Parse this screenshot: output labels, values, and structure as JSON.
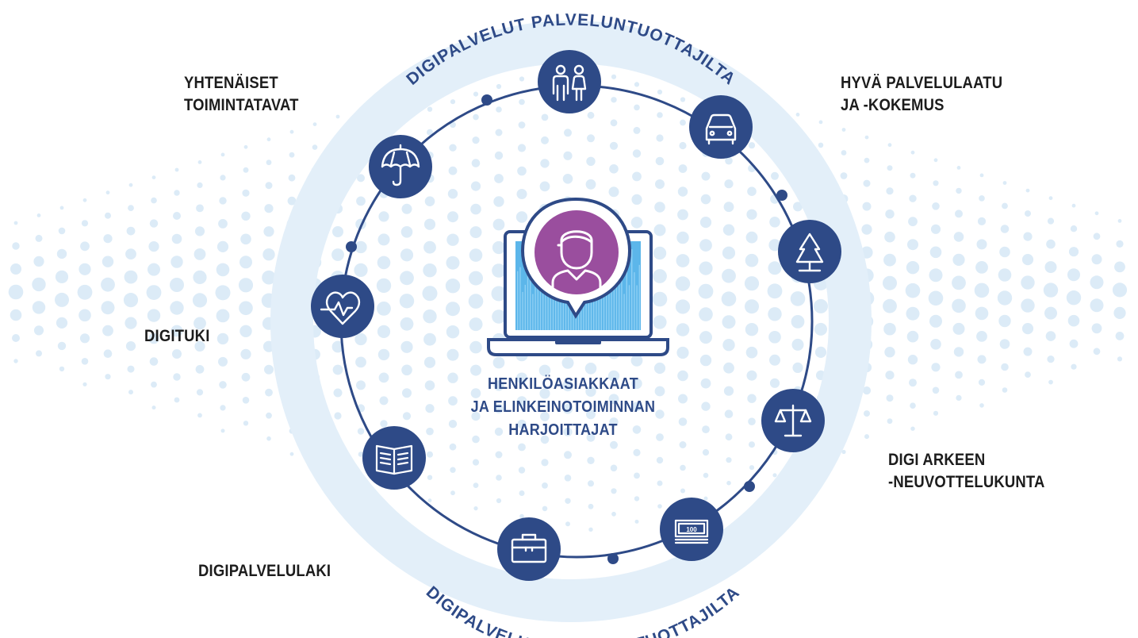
{
  "colors": {
    "navy": "#2e4a87",
    "ring_light": "#e3eff9",
    "purple": "#9a4e9e",
    "screen_blue": "#5cb6ea",
    "dot_pattern": "#dcebf7",
    "label_text": "#1c1c1c"
  },
  "center": {
    "title_lines": [
      "HENKILÖASIAKKAAT",
      "JA ELINKEINOTOIMINNAN",
      "HARJOITTAJAT"
    ],
    "icon": "person-avatar-icon",
    "device": "laptop-icon"
  },
  "ring_text": {
    "top": "DIGIPALVELUT PALVELUNTUOTTAJILTA",
    "bottom": "DIGIPALVELUT PALVELUNTUOTTAJILTA"
  },
  "orbit_icons": [
    {
      "name": "family-icon"
    },
    {
      "name": "car-icon"
    },
    {
      "name": "pine-tree-icon"
    },
    {
      "name": "scales-icon"
    },
    {
      "name": "money-icon"
    },
    {
      "name": "briefcase-icon"
    },
    {
      "name": "book-icon"
    },
    {
      "name": "heart-pulse-icon"
    },
    {
      "name": "umbrella-icon"
    }
  ],
  "labels": {
    "yhtenaiset": [
      "YHTENÄISET",
      "TOIMINTATAVAT"
    ],
    "palvelulaatu": [
      "HYVÄ PALVELULAATU",
      "JA -KOKEMUS"
    ],
    "digituki": [
      "DIGITUKI"
    ],
    "digi_arkeen": [
      "DIGI ARKEEN",
      "-NEUVOTTELUKUNTA"
    ],
    "digipalvelulaki": [
      "DIGIPALVELULAKI"
    ]
  }
}
